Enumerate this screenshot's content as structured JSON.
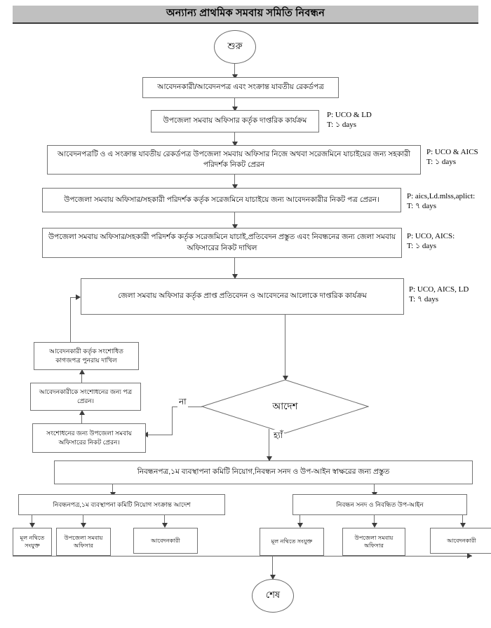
{
  "header": {
    "title": "অন্যান্য প্রাথমিক সমবায় সমিতি নিবন্ধন"
  },
  "terminators": {
    "start": "শুরু",
    "end": "শেষ"
  },
  "branch_labels": {
    "no": "না",
    "yes": "হ্যাঁ"
  },
  "decision": {
    "label": "আদেশ"
  },
  "steps": [
    {
      "id": "step-1",
      "text": "আবেদনকারী/আবেদনপত্র এবং সংক্রান্ত যাবতীয় রেকর্ডপত্র",
      "annotation_p": "",
      "annotation_t": ""
    },
    {
      "id": "step-2",
      "text": "উপজেলা সমবায় অফিসার কর্তৃক দাপ্তরিক কার্যক্রম",
      "annotation_p": "P: UCO & LD",
      "annotation_t": "T: ১ days"
    },
    {
      "id": "step-3",
      "text": "আবেদনপত্রটি ও এ সংক্রান্ত যাবতীয় রেকর্ডপত্র উপজেলা সমবায় অফিসার নিজে অথবা সরেজমিনে যাচাইয়ের জন্য সহকারী পরিদর্শক নিকট প্রেরন",
      "annotation_p": "P: UCO & AICS",
      "annotation_t": "T: ১ days"
    },
    {
      "id": "step-4",
      "text": "উপজেলা সমবায় অফিসার/সহকারী পরিদর্শক কর্তৃক সরেজমিনে যাচাইয়ে জন্য আবেদনকারীর নিকট পত্র প্রেরন।",
      "annotation_p": "P: aics,Ld.mlss,aplict:",
      "annotation_t": "T: ৭ days"
    },
    {
      "id": "step-5",
      "text": "উপজেলা সমবায় অফিসার/সহকারী পরিদর্শক কর্তৃক সরেজমিনে যাচাই,প্রতিবেদন প্রস্তুত এবং নিবন্ধনের জন্য জেলা সমবায় অফিসারের নিকট দাখিল",
      "annotation_p": "P: UCO, AICS:",
      "annotation_t": "T: ১ days"
    },
    {
      "id": "step-6",
      "text": "জেলা সমবায় অফিসার কর্তৃক প্রাপ্ত প্রতিবেদন ও আবেদনের আলোকে দাপ্তরিক কার্যক্রম",
      "annotation_p": "P: UCO, AICS, LD",
      "annotation_t": "T: ৭ days"
    }
  ],
  "correction_chain": [
    {
      "id": "correction-3",
      "text": "আবেদনকারী কর্তৃক সংশোধিত কাগজপত্র পুনরায় দাখিল"
    },
    {
      "id": "correction-2",
      "text": "আবেদনকারীকে সংশোধনের জন্য পত্র প্রেরন।"
    },
    {
      "id": "correction-1",
      "text": "সংশোধনের জন্য উপজেলা সমবায় অফিসারের নিকট প্রেরন।"
    }
  ],
  "approval": {
    "prepare": "নিবন্ধনপত্র,১ম ব্যবস্থাপনা কমিটি নিয়োগ,নিবন্ধন সনদ ও উপ-আইন স্বাক্ষরের জন্য প্রস্তুত",
    "left_branch": "নিবন্ধনপত্র,১ম ব্যবস্থাপনা কমিটি নিয়োগ সংক্রান্ত আদেশ",
    "right_branch": "নিবন্ধন সনদ ও নিবন্ধিত উপ-আইন"
  },
  "recipients_left": [
    {
      "id": "left-recipient-1",
      "text": "মূল নথিতে সংযুক্ত"
    },
    {
      "id": "left-recipient-2",
      "text": "উপজেলা সমবায় অফিসার"
    },
    {
      "id": "left-recipient-3",
      "text": "আবেদনকারী"
    }
  ],
  "recipients_right": [
    {
      "id": "right-recipient-1",
      "text": "মূল নথিতে সংযুক্ত"
    },
    {
      "id": "right-recipient-2",
      "text": "উপজেলা সমবায় অফিসার"
    },
    {
      "id": "right-recipient-3",
      "text": "আবেদনকারী"
    }
  ],
  "colors": {
    "title_bar_bg": "#c0c0c0",
    "node_border": "#737373",
    "connector": "#6f6f6f",
    "arrow": "#3d3d3d",
    "page_bg": "#ffffff"
  }
}
